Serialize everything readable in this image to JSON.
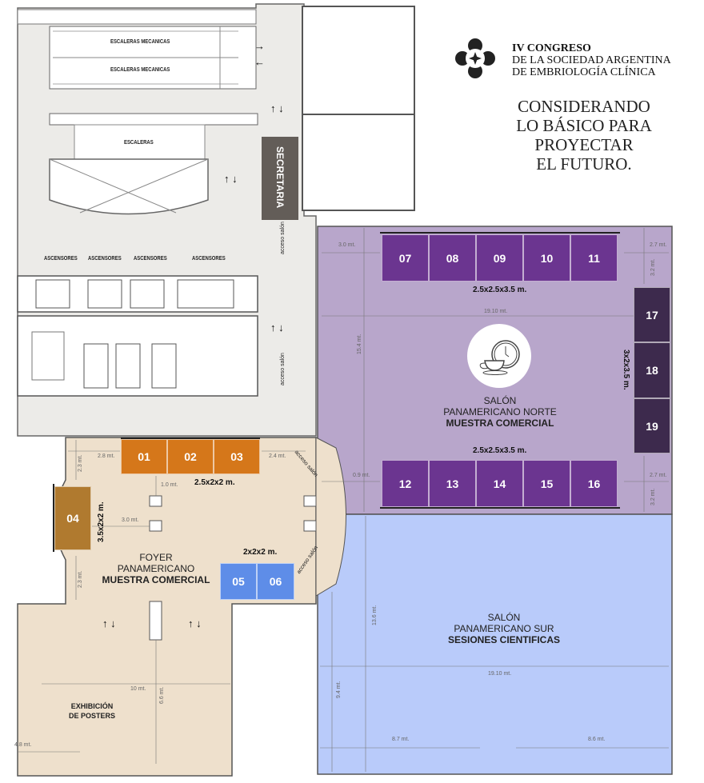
{
  "header": {
    "logo_lines": [
      "IV CONGRESO",
      "DE LA SOCIEDAD ARGENTINA",
      "DE EMBRIOLOGÍA CLÍNICA"
    ],
    "slogan_lines": [
      "CONSIDERANDO",
      "LO BÁSICO PARA PROYECTAR",
      "EL FUTURO."
    ]
  },
  "labels": {
    "escalator_1": "ESCALERAS MECANICAS",
    "escalator_2": "ESCALERAS MECANICAS",
    "stairs": "ESCALERAS",
    "secretaria": "SECRETARIA",
    "elevators": [
      "ASCENSORES",
      "ASCENSORES",
      "ASCENSORES",
      "ASCENSORES"
    ],
    "access": "acceso salón"
  },
  "rooms": {
    "norte": {
      "line1": "SALÓN",
      "line2": "PANAMERICANO NORTE",
      "line3": "MUESTRA COMERCIAL",
      "icon": "coffee-break-icon"
    },
    "sur": {
      "line1": "SALÓN",
      "line2": "PANAMERICANO SUR",
      "line3": "SESIONES CIENTIFICAS"
    },
    "foyer": {
      "line1": "FOYER",
      "line2": "PANAMERICANO",
      "line3": "MUESTRA COMERCIAL"
    },
    "posters": {
      "line1": "EXHIBICIÓN",
      "line2": "DE POSTERS"
    }
  },
  "stands": {
    "foyer_top": [
      "01",
      "02",
      "03"
    ],
    "foyer_left": [
      "04"
    ],
    "foyer_blue": [
      "05",
      "06"
    ],
    "norte_top": [
      "07",
      "08",
      "09",
      "10",
      "11"
    ],
    "norte_right": [
      "17",
      "18",
      "19"
    ],
    "norte_bottom": [
      "12",
      "13",
      "14",
      "15",
      "16"
    ]
  },
  "stand_sizes": {
    "foyer_top": "2.5x2x2 m.",
    "foyer_left": "3.5x2x2 m.",
    "foyer_blue": "2x2x2 m.",
    "norte_top": "2.5x2.5x3.5 m.",
    "norte_bottom": "2.5x2.5x3.5 m.",
    "norte_right": "3x2x3.5 m."
  },
  "dimensions": {
    "norte_left_top": "3.0 mt.",
    "norte_right_top": "2.7 mt.",
    "norte_right_top_v": "3.2 mt.",
    "norte_width": "19.10 mt.",
    "norte_height": "15.4 mt.",
    "norte_left_bottom": "0.9 mt.",
    "norte_right_bottom": "2.7 mt.",
    "norte_right_bottom_v": "3.2 mt.",
    "sur_height": "13.6 mt.",
    "sur_width": "19.10 mt.",
    "sur_left_v": "9.4 mt.",
    "sur_bottom_left": "8.7 mt.",
    "sur_bottom_right": "8.6 mt.",
    "foyer_left_gap": "2.8 mt.",
    "foyer_right_gap": "2.4 mt.",
    "foyer_top_v": "2.3 mt.",
    "foyer_col_gap": "1.0 mt.",
    "foyer_col_h": "3.0 mt.",
    "foyer_bottom_v": "2.3 mt.",
    "posters_width": "10 mt.",
    "posters_height": "6.6 mt.",
    "posters_left": "4.8 mt."
  },
  "colors": {
    "corridor": "#ecebe8",
    "norte": "#b8a6cb",
    "sur": "#b9cbfa",
    "foyer": "#eee0cc",
    "stand_purple": "#6b3590",
    "stand_dark": "#3d2a4d",
    "stand_orange": "#d5771a",
    "stand_brown": "#b07a2f",
    "stand_blue": "#5e8de8",
    "secretaria": "#635d58"
  }
}
